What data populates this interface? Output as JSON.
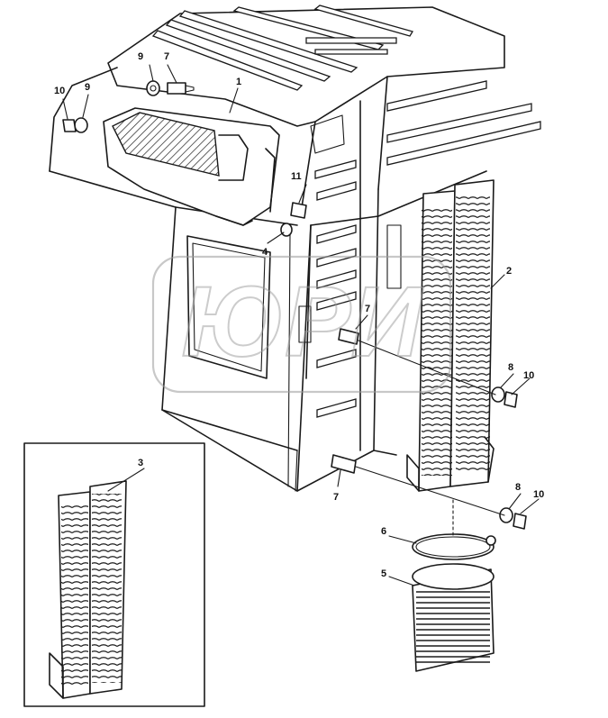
{
  "callouts": [
    {
      "id": "c1",
      "text": "1"
    },
    {
      "id": "c2",
      "text": "2"
    },
    {
      "id": "c3",
      "text": "3"
    },
    {
      "id": "c4",
      "text": "4"
    },
    {
      "id": "c5",
      "text": "5"
    },
    {
      "id": "c6",
      "text": "6"
    },
    {
      "id": "c7a",
      "text": "7"
    },
    {
      "id": "c7b",
      "text": "7"
    },
    {
      "id": "c7c",
      "text": "7"
    },
    {
      "id": "c8a",
      "text": "8"
    },
    {
      "id": "c8b",
      "text": "8"
    },
    {
      "id": "c9a",
      "text": "9"
    },
    {
      "id": "c9b",
      "text": "9"
    },
    {
      "id": "c10a",
      "text": "10"
    },
    {
      "id": "c10b",
      "text": "10"
    },
    {
      "id": "c10c",
      "text": "10"
    },
    {
      "id": "c11",
      "text": "11"
    }
  ],
  "watermark": {
    "text": "ЮРИ"
  }
}
